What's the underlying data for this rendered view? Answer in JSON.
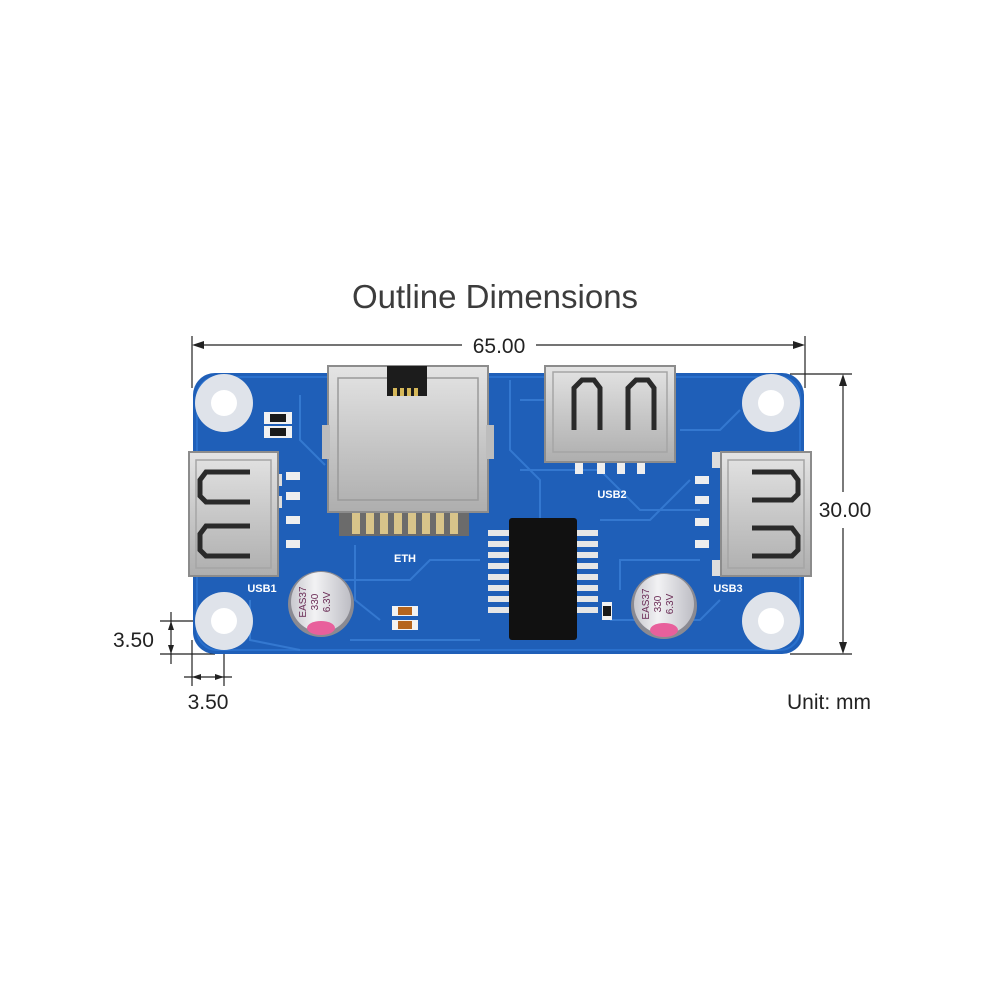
{
  "title": "Outline Dimensions",
  "dimensions": {
    "width": "65.00",
    "height": "30.00",
    "hole_offset_y": "3.50",
    "hole_offset_x": "3.50"
  },
  "unit_label": "Unit: mm",
  "board_labels": {
    "eth": "ETH",
    "usb1": "USB1",
    "usb2": "USB2",
    "usb3": "USB3"
  },
  "capacitor_text": {
    "line1": "EAS37",
    "line2": "330",
    "line3": "6.3V"
  },
  "colors": {
    "pcb": "#1f5fb8",
    "pcb_trace": "#2a70cc",
    "metal": "#cfcfcf",
    "chip": "#111111",
    "capacitor": "#e7e7ea",
    "capacitor_top": "#e8609c"
  }
}
